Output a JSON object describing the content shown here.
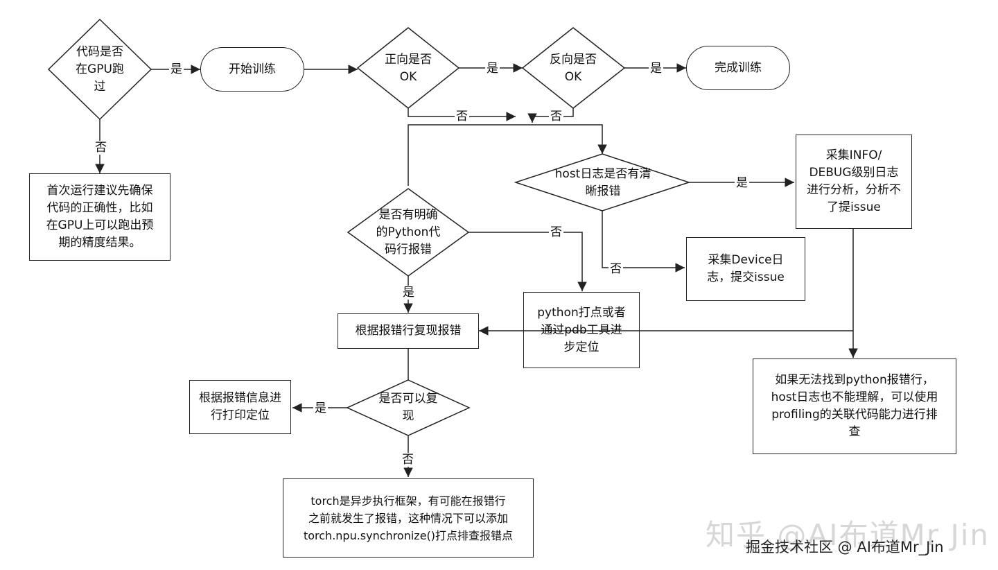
{
  "nodes": {
    "d_gpu": "代码是否\n在GPU跑\n过",
    "start": "开始训练",
    "d_fwd": "正向是否\nOK",
    "d_bwd": "反向是否\nOK",
    "finish": "完成训练",
    "first_run": "首次运行建议先确保\n代码的正确性，比如\n在GPU上可以跑出预\n期的精度结果。",
    "d_host": "host日志是否有清\n晰报错",
    "collect_info": "采集INFO/\nDEBUG级别日志\n进行分析，分析不\n了提issue",
    "d_python": "是否有明确\n的Python代\n码行报错",
    "collect_device": "采集Device日\n志，提交issue",
    "python_debug": "python打点或者\n通过pdb工具进\n步定位",
    "reproduce": "根据报错行复现报错",
    "profiling": "如果无法找到python报错行，\nhost日志也不能理解，可以使用\nprofiling的关联代码能力进行排\n查",
    "d_repro": "是否可以复\n现",
    "print_locate": "根据报错信息进\n行打印定位",
    "torch_async": "torch是异步执行框架，有可能在报错行\n之前就发生了报错，这种情况下可以添加\ntorch.npu.synchronize()打点排查报错点"
  },
  "edge_labels": {
    "gpu_yes": "是",
    "gpu_no": "否",
    "fwd_yes": "是",
    "fwd_no": "否",
    "bwd_yes": "是",
    "bwd_no": "否",
    "host_yes": "是",
    "host_no": "否",
    "python_no": "否",
    "python_yes": "是",
    "repro_yes": "是",
    "repro_no": "否"
  },
  "watermark": {
    "zhihu": "知乎 @AI布道Mr Jin",
    "juejin": "掘金技术社区 @ AI布道Mr_Jin"
  }
}
